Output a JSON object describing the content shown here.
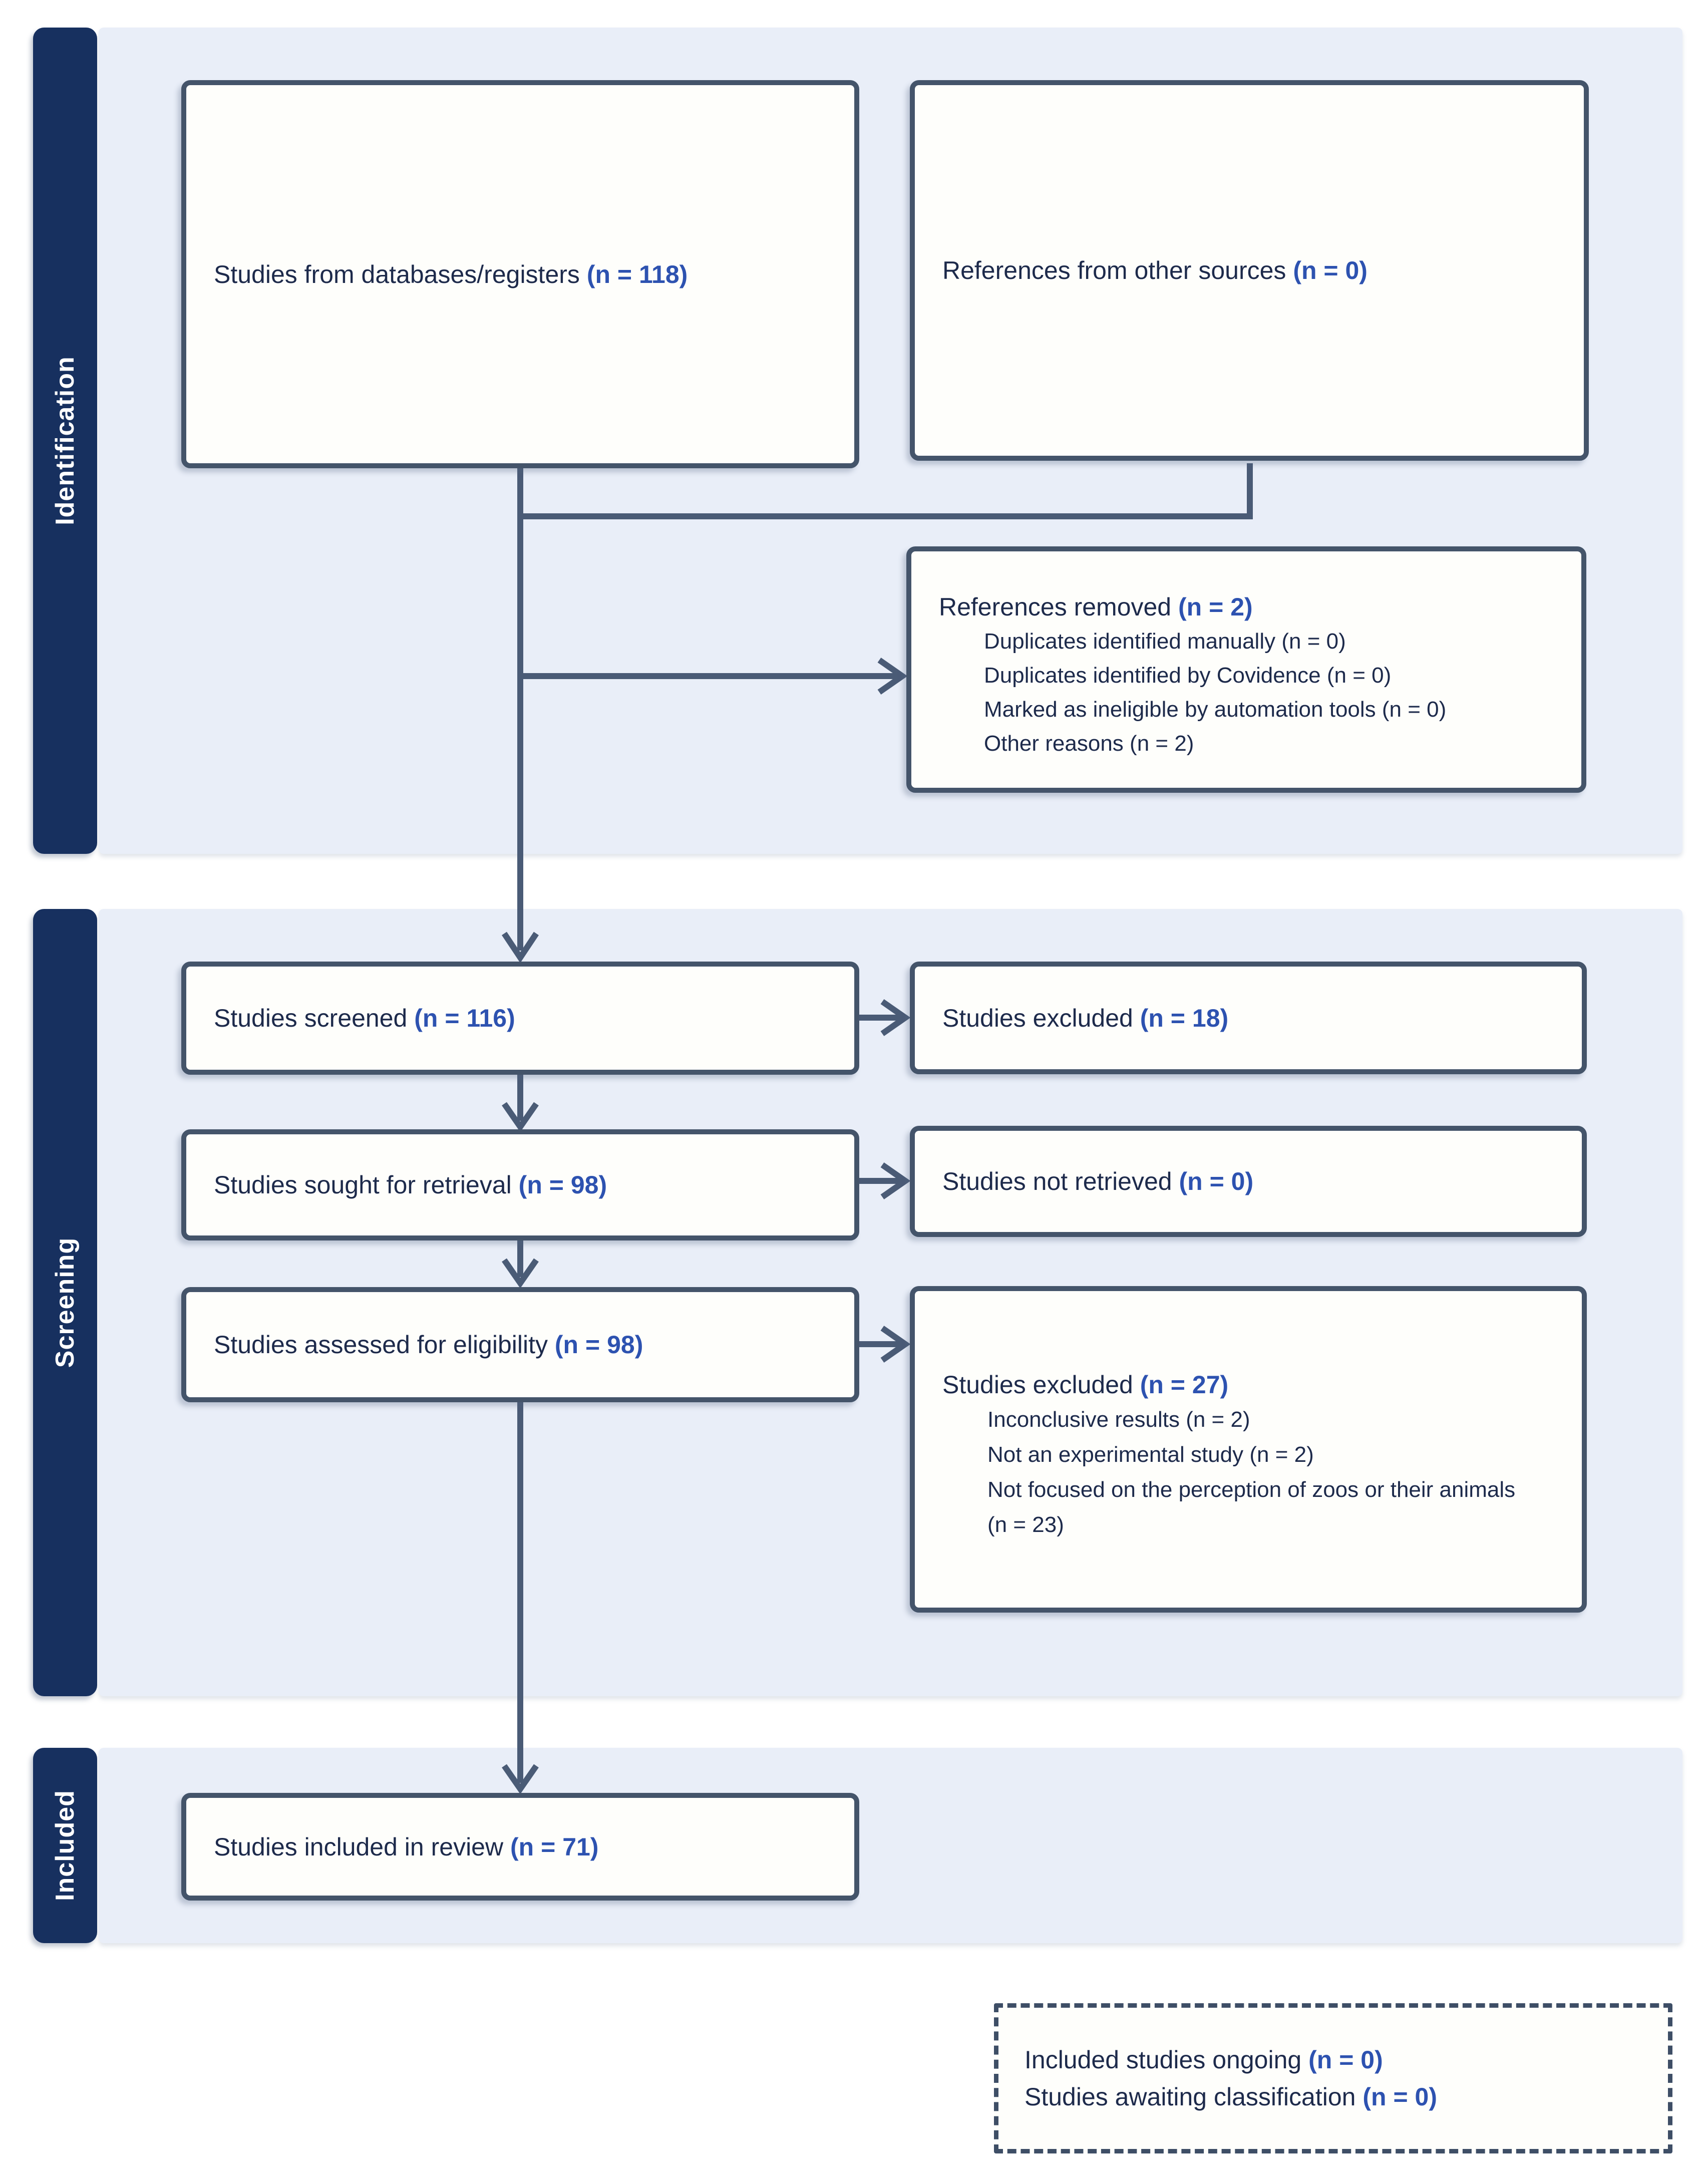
{
  "figure": {
    "type": "prisma-flow-diagram",
    "tool_note": "Covidence-style PRISMA 2020 study flow"
  },
  "colors": {
    "sidebar_navy": "#17305f",
    "band_light_blue": "#e9eef8",
    "box_border_slate": "#44546a",
    "box_fill": "#fefefb",
    "text_dark_navy": "#1d2a4b",
    "count_blue": "#2d52b0",
    "connector_slate": "#4a5b76",
    "page_background": "#ffffff"
  },
  "sections": [
    {
      "label": "Identification"
    },
    {
      "label": "Screening"
    },
    {
      "label": "Included"
    }
  ],
  "boxes": {
    "databases": {
      "text": "Studies from databases/registers",
      "n": "(n = 118)"
    },
    "other_sources": {
      "text": "References from other sources",
      "n": "(n = 0)"
    },
    "removed": {
      "text": "References removed",
      "n": "(n = 2)",
      "items": [
        {
          "text": "Duplicates identified manually",
          "n": "(n = 0)"
        },
        {
          "text": "Duplicates identified by Covidence",
          "n": "(n = 0)"
        },
        {
          "text": "Marked as ineligible by automation tools",
          "n": "(n = 0)"
        },
        {
          "text": "Other reasons",
          "n": "(n = 2)"
        }
      ]
    },
    "screened": {
      "text": "Studies screened",
      "n": "(n = 116)"
    },
    "excluded_screening": {
      "text": "Studies excluded",
      "n": "(n = 18)"
    },
    "sought": {
      "text": "Studies sought for retrieval",
      "n": "(n = 98)"
    },
    "not_retrieved": {
      "text": "Studies not retrieved",
      "n": "(n = 0)"
    },
    "assessed": {
      "text": "Studies assessed for eligibility",
      "n": "(n = 98)"
    },
    "excluded_eligibility": {
      "text": "Studies excluded",
      "n": "(n = 27)",
      "items": [
        {
          "text": "Inconclusive results",
          "n": "(n = 2)"
        },
        {
          "text": "Not an experimental study",
          "n": "(n = 2)"
        },
        {
          "text": "Not focused on the perception of zoos or their animals",
          "n": "(n = 23)"
        }
      ]
    },
    "included_review": {
      "text": "Studies included in review",
      "n": "(n = 71)"
    },
    "ongoing": {
      "text": "Included studies ongoing",
      "n": "(n = 0)"
    },
    "awaiting": {
      "text": "Studies awaiting classification",
      "n": "(n = 0)"
    }
  }
}
